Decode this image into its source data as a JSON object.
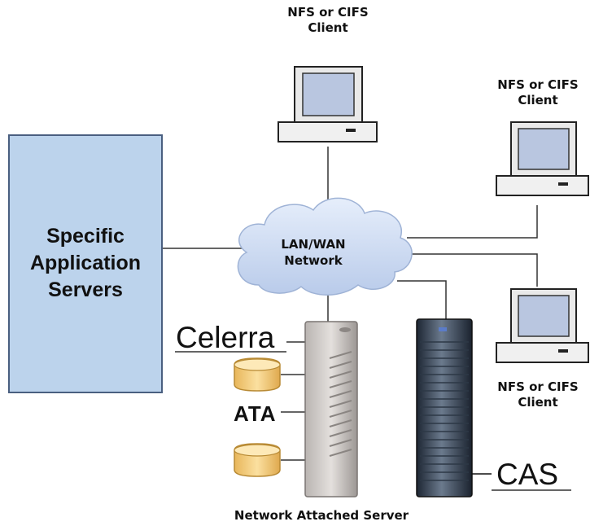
{
  "nodes": {
    "client_top": {
      "line1": "NFS or CIFS",
      "line2": "Client"
    },
    "client_right_upper": {
      "line1": "NFS or CIFS",
      "line2": "Client"
    },
    "client_right_lower": {
      "line1": "NFS or CIFS",
      "line2": "Client"
    },
    "app_servers": {
      "line1": "Specific",
      "line2": "Application",
      "line3": "Servers"
    },
    "network": {
      "line1": "LAN/WAN",
      "line2": "Network"
    },
    "celerra": {
      "label": "Celerra"
    },
    "ata": {
      "label": "ATA"
    },
    "cas": {
      "label": "CAS"
    }
  },
  "caption": "Network Attached Server",
  "colors": {
    "app_box_fill": "#bcd3ec",
    "cloud_fill": "#cfdcf1",
    "monitor_screen": "#b9c6e0",
    "disk_fill": "#f3cf7e",
    "line": "#333333"
  }
}
